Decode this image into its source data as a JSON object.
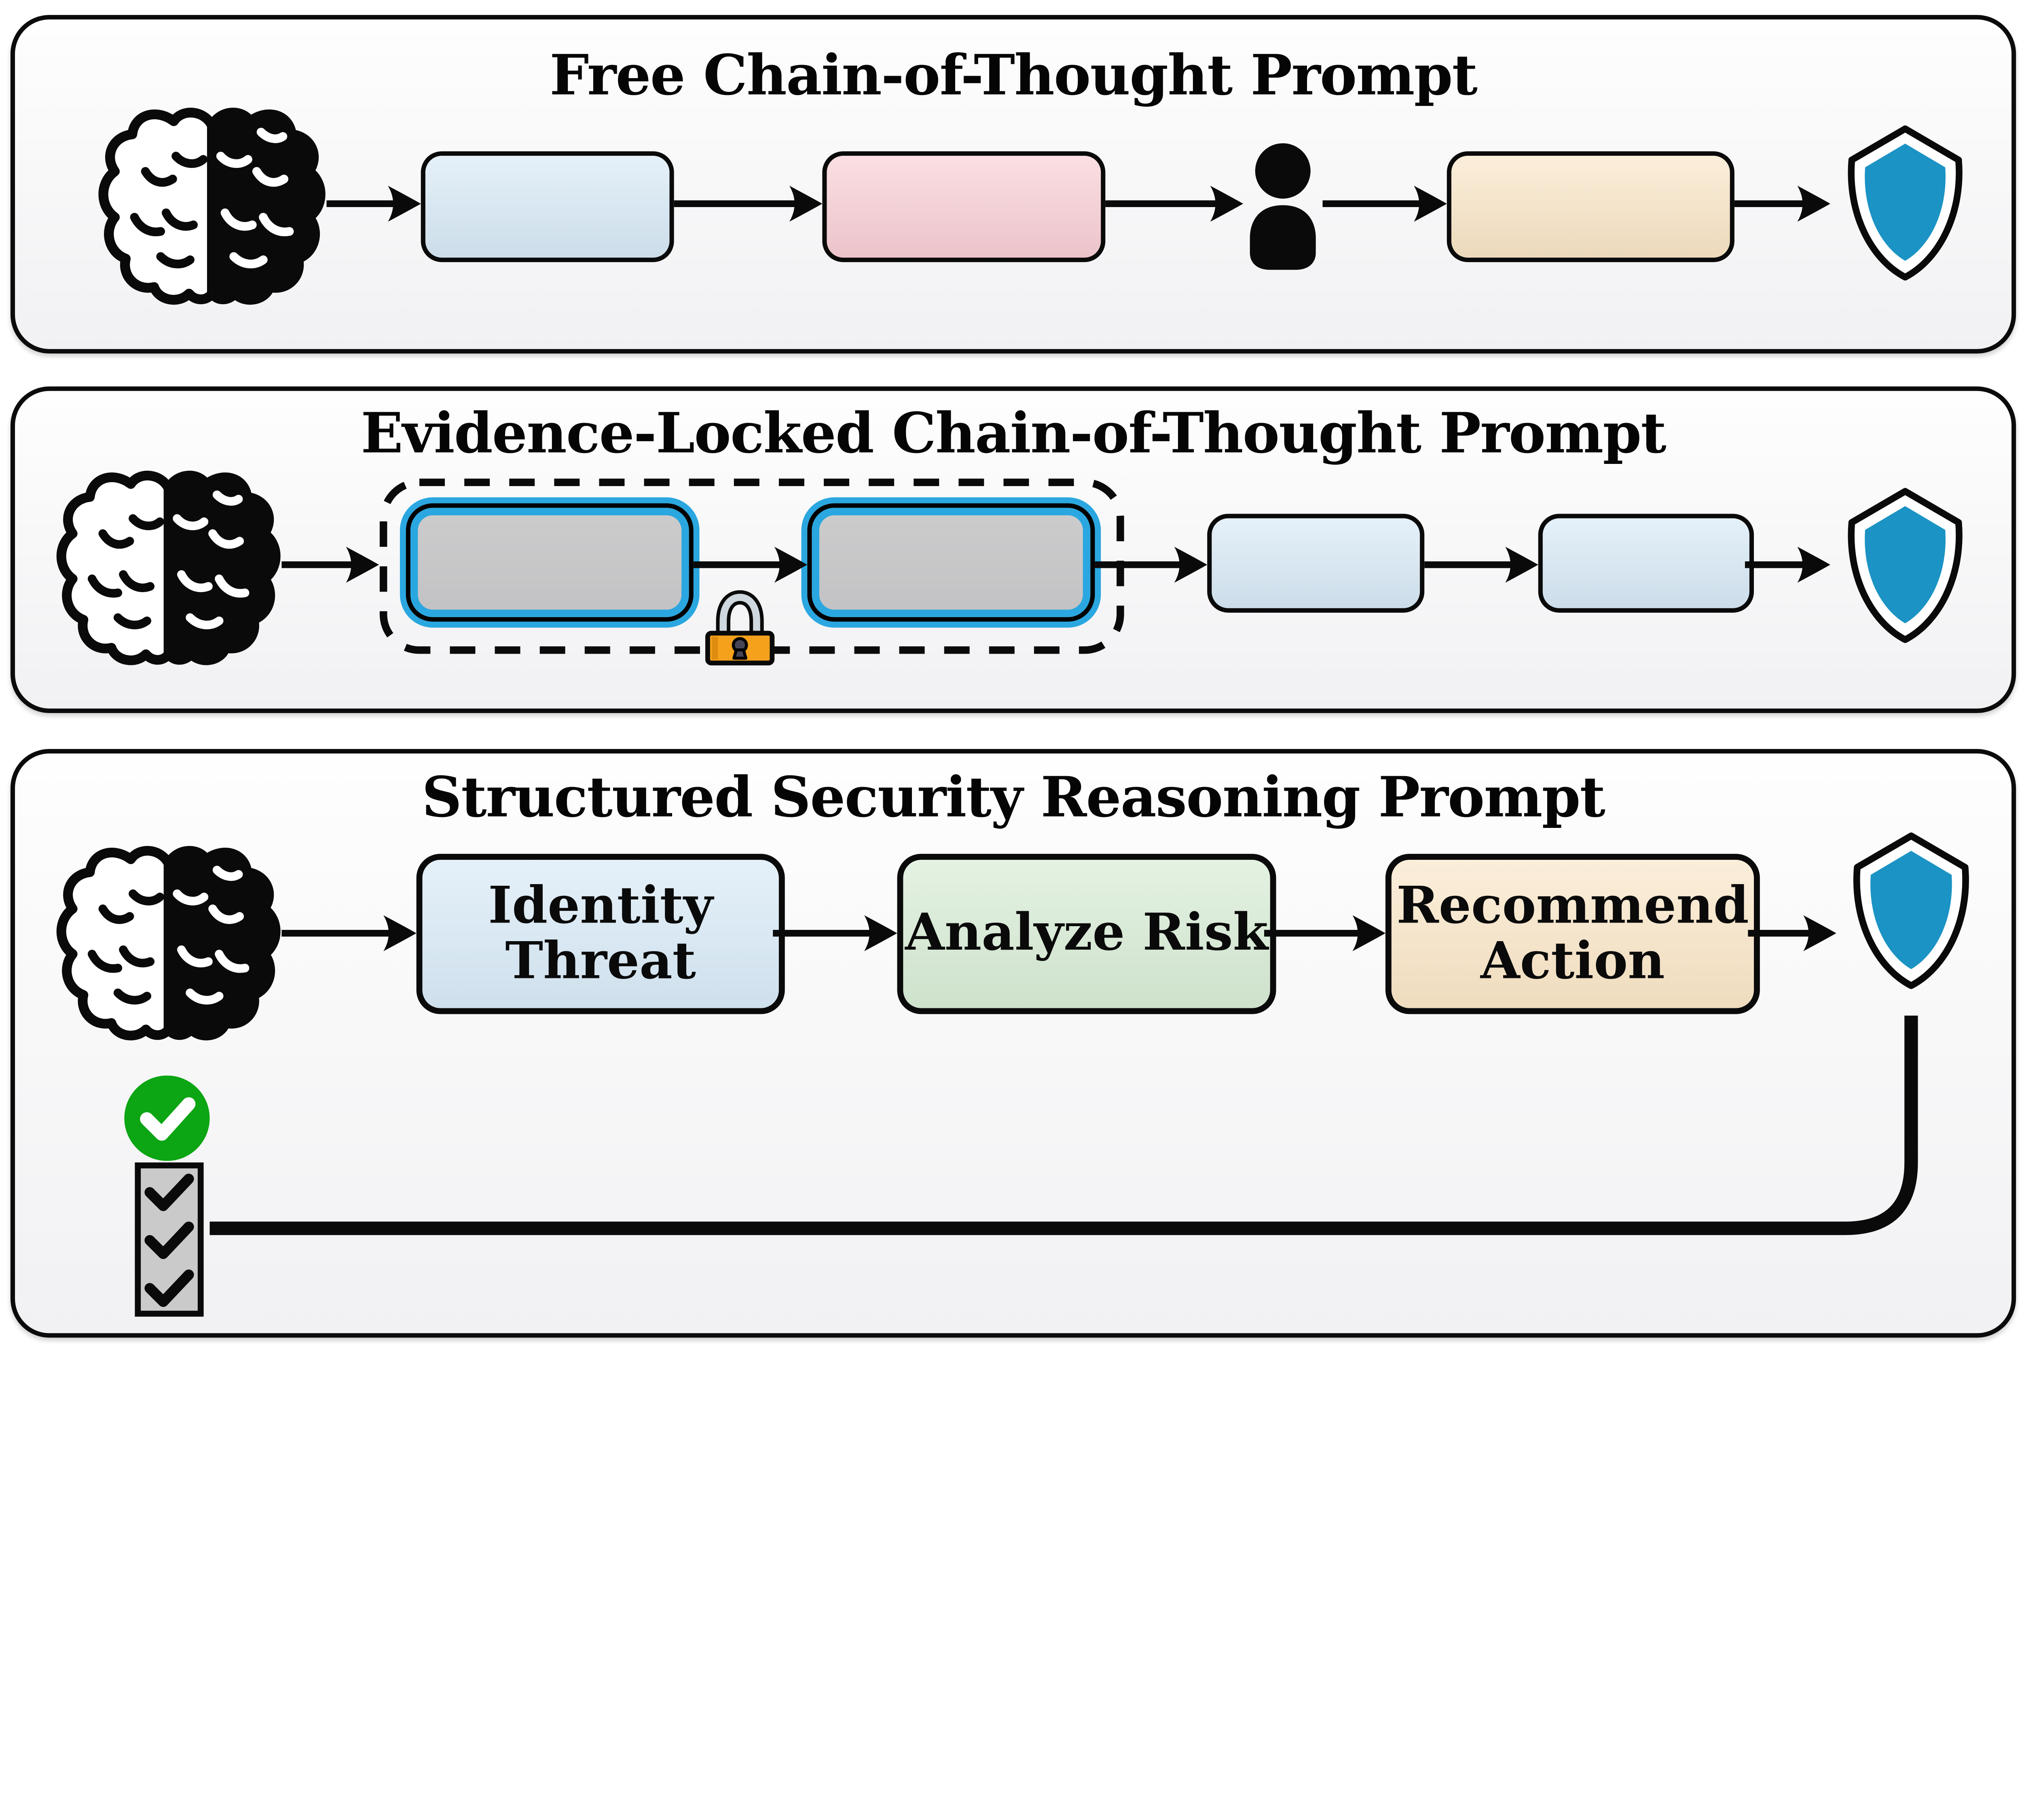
{
  "figure": {
    "type": "three-panel prompting strategies diagram",
    "background": "#ffffff"
  },
  "colors": {
    "panel_border": "#0b0b0b",
    "panel_fill_top": "#fefefe",
    "panel_fill_bottom": "#f1f1f4",
    "light_blue_box": "#d7e9f6",
    "pink_box": "#f8ced4",
    "tan_box": "#f9e5c6",
    "green_box": "#d6ebd4",
    "gray_box": "#c8c8ca",
    "locked_ring_blue": "#2aa7e0",
    "shield_blue": "#1b93c4",
    "check_green": "#0ca513",
    "lock_orange": "#f5a11c",
    "line_black": "#0a0a0a"
  },
  "panels": [
    {
      "title": "Free Chain-of-Thought Prompt",
      "icons": [
        "brain-icon",
        "person-icon",
        "shield-icon"
      ],
      "flow": [
        {
          "name": "thought-box-1",
          "color": "#d7e9f6"
        },
        {
          "name": "thought-box-2",
          "color": "#f8ced4"
        },
        {
          "name": "thought-box-3",
          "color": "#f9e5c6"
        }
      ]
    },
    {
      "title": "Evidence-Locked Chain-of-Thought Prompt",
      "icons": [
        "brain-icon",
        "lock-icon",
        "shield-icon"
      ],
      "locked_group": {
        "boxes": [
          {
            "name": "locked-evidence-box-1",
            "color": "#c8c8ca",
            "ring": "#2aa7e0"
          },
          {
            "name": "locked-evidence-box-2",
            "color": "#c8c8ca",
            "ring": "#2aa7e0"
          }
        ]
      },
      "flow": [
        {
          "name": "thought-box-1",
          "color": "#d7e9f6"
        },
        {
          "name": "thought-box-2",
          "color": "#d7e9f6"
        }
      ]
    },
    {
      "title": "Structured Security Reasoning Prompt",
      "icons": [
        "brain-icon",
        "check-circle-icon",
        "checklist-icon",
        "shield-icon"
      ],
      "steps": [
        {
          "label": "Identity Threat",
          "color": "#d7e9f6"
        },
        {
          "label": "Analyze Risk",
          "color": "#d6ebd4"
        },
        {
          "label": "Recommend Action",
          "color": "#f9e5c6"
        }
      ]
    }
  ]
}
